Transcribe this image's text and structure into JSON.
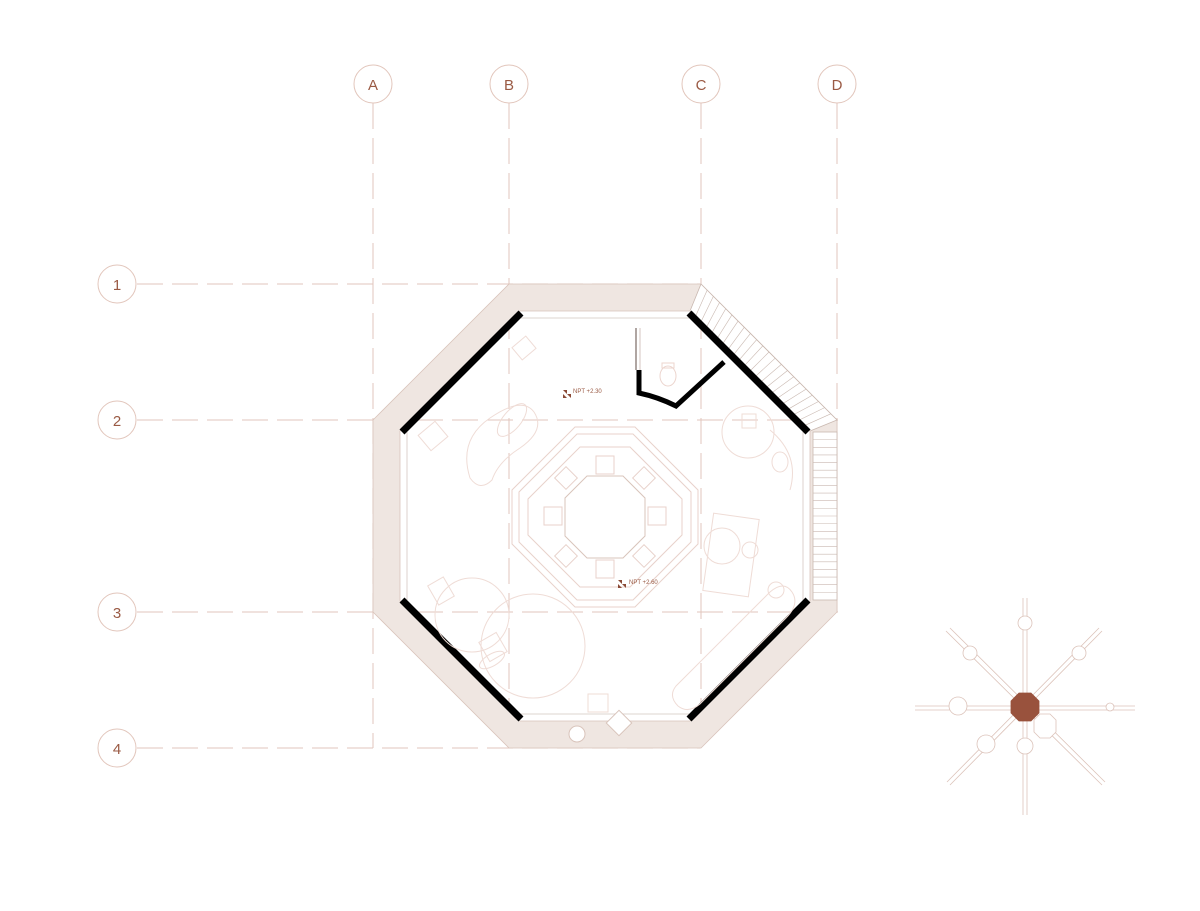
{
  "grid": {
    "columns": [
      "A",
      "B",
      "C",
      "D"
    ],
    "rows": [
      "1",
      "2",
      "3",
      "4"
    ]
  },
  "levels": {
    "upper": "NPT +2.30",
    "lower": "NPT +2.60"
  },
  "colors": {
    "grid_text": "#9a5a44",
    "grid_line": "#e2c6bc",
    "wall_fill": "#efe6e1",
    "structure": "#000000",
    "furniture": "#ecd5ce",
    "key_plan_highlight": "#99523d"
  }
}
